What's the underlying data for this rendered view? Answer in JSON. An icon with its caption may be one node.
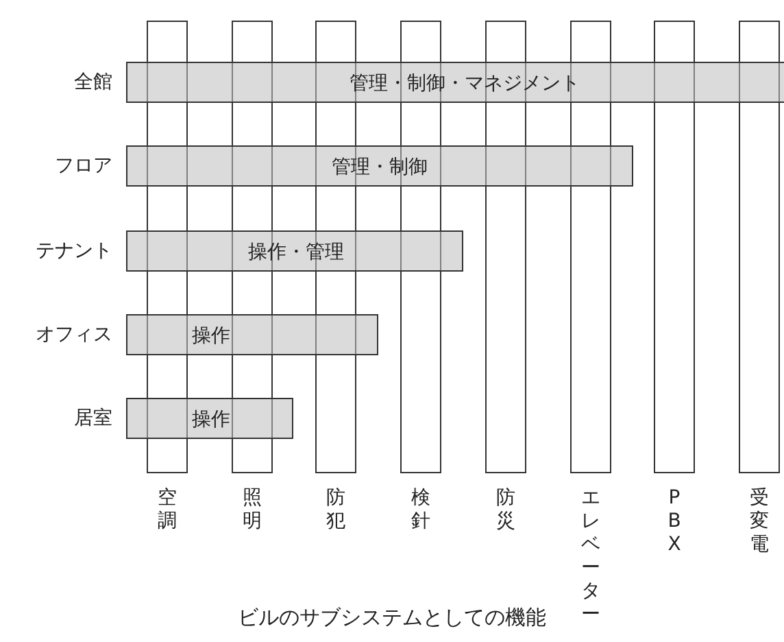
{
  "diagram": {
    "caption": "ビルのサブシステムとしての機能",
    "nodes": [
      {
        "text": [
          "空調"
        ]
      },
      {
        "text": [
          "照明"
        ]
      },
      {
        "text": [
          "防犯"
        ]
      },
      {
        "text": [
          "検針"
        ]
      },
      {
        "text": [
          "防災"
        ]
      },
      {
        "text": [
          "エレベーター"
        ]
      },
      {
        "text": [
          "PBX"
        ]
      },
      {
        "text": [
          "受変電"
        ]
      },
      {
        "text": [
          "管理・制御・マネジメント"
        ],
        "beside": [
          "全館"
        ]
      },
      {
        "text": [
          "管理・制御"
        ],
        "beside": [
          "フロア"
        ]
      },
      {
        "text": [
          "操作・管理"
        ],
        "beside": [
          "テナント"
        ]
      },
      {
        "text": [
          "操作"
        ],
        "beside": [
          "オフィス"
        ]
      },
      {
        "text": [
          "操作"
        ],
        "beside": [
          "居室"
        ]
      }
    ],
    "edges": []
  }
}
